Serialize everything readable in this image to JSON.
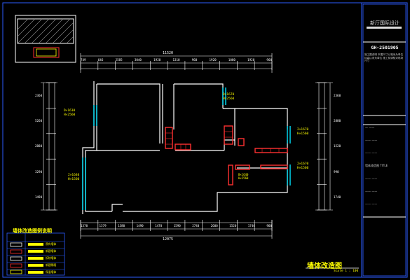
{
  "drawing": {
    "title": "墙体改造图",
    "scale": "Scale 1 : 100",
    "legend_title": "墙体改造图例说明",
    "dims_top_total": "11520",
    "dims_top_row": [
      "749",
      "646",
      "2585",
      "3040",
      "1920",
      "1310",
      "960",
      "1920",
      "1080",
      "1920",
      "960"
    ],
    "dims_bottom_row": [
      "1370",
      "1379",
      "1380",
      "1490",
      "1470",
      "1590",
      "2740",
      "2600",
      "1520",
      "1740",
      "960"
    ],
    "dims_bottom_total": "12075",
    "dims_left": [
      "2360",
      "5260",
      "2880",
      "3290",
      "1490"
    ],
    "dims_right": [
      "2360",
      "2880",
      "1520",
      "990",
      "1740"
    ],
    "room_labels": [
      {
        "id": "r1",
        "text": "D×1610\nH×2560"
      },
      {
        "id": "r2",
        "text": "D×1670\nH×2560"
      },
      {
        "id": "r3",
        "text": "2×1670\nH×1560"
      },
      {
        "id": "r4",
        "text": "2×1640\nH×1560"
      },
      {
        "id": "r5",
        "text": "2×1670\nH×1560"
      },
      {
        "id": "r6",
        "text": "B×1640\nH×2560"
      }
    ]
  },
  "title_block": {
    "company": "新厅国际设计",
    "project_code": "GH-2501905",
    "notes": "施工图说明 本图尺寸以毫米为单位 标高以米为单位 施工前请核对现场尺寸",
    "rows": [
      "—  ——",
      "——  ——",
      "——  ——",
      "墙体改造图 TITLE",
      "——  ——",
      "——  ——",
      "——  ——"
    ]
  },
  "legend_items": [
    "原有墙体",
    "新建墙体",
    "拆除墙体",
    "新建隔墙",
    "保温墙体"
  ],
  "colors": {
    "background": "#000000",
    "wall": "#ffffff",
    "window": "#00e5ff",
    "dim": "#ffffff",
    "label": "#ffff00",
    "demolish": "#ff3030",
    "frame": "#2b5cff",
    "legend_bar": "#ffff00"
  }
}
